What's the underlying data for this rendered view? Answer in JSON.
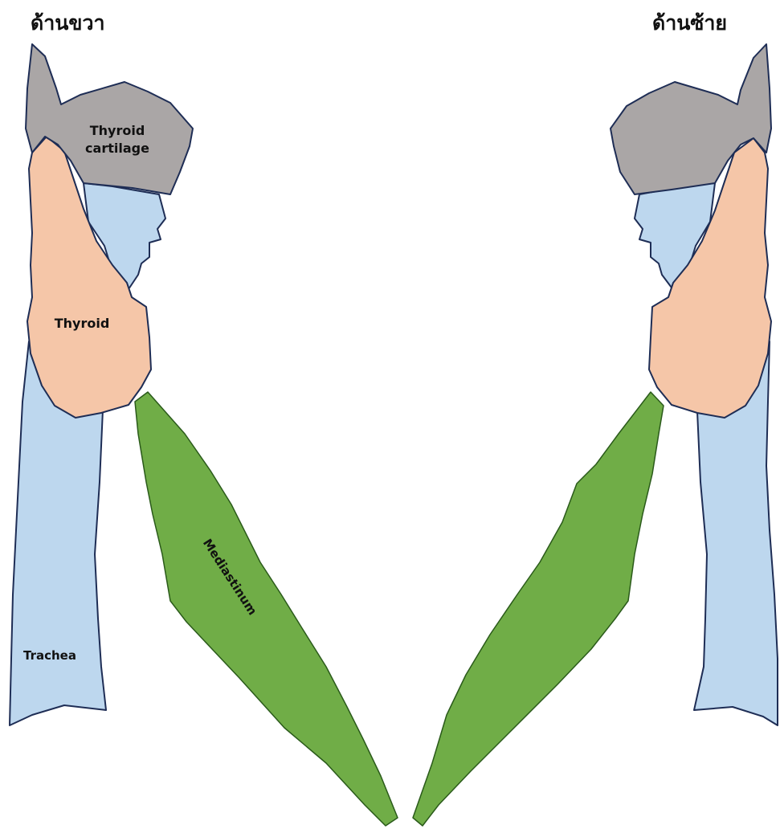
{
  "labels": {
    "right_side": "ด้านขวา",
    "left_side": "ด้านซ้าย",
    "thyroid_cartilage_line1": "Thyroid",
    "thyroid_cartilage_line2": "cartilage",
    "thyroid": "Thyroid",
    "mediastinum": "Mediastinum",
    "trachea": "Trachea"
  },
  "colors": {
    "thyroid_cartilage": "#aaa6a6",
    "thyroid": "#f5c6a8",
    "trachea": "#bdd7ee",
    "cricothyroid": "#bdd7ee",
    "mediastinum": "#70ad47",
    "outline": "#1e2d55"
  }
}
